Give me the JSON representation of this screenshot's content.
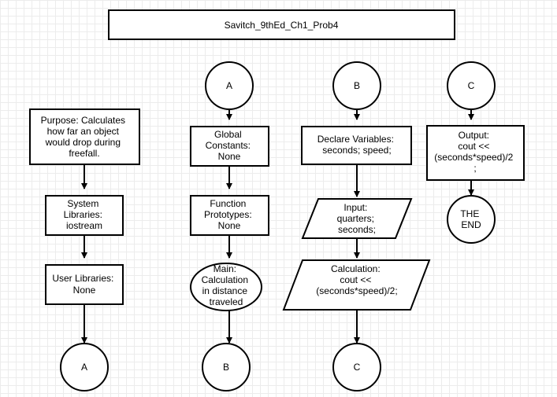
{
  "title": "Savitch_9thEd_Ch1_Prob4",
  "nodes": {
    "purpose": [
      "Purpose: Calculates",
      "how far an object",
      "would drop during",
      "freefall."
    ],
    "system_libraries": [
      "System",
      "Libraries:",
      "iostream"
    ],
    "user_libraries": [
      "User Libraries:",
      "None"
    ],
    "connector_a_bottom": [
      "A"
    ],
    "connector_a_top": [
      "A"
    ],
    "global_constants": [
      "Global",
      "Constants:",
      "None"
    ],
    "function_prototypes": [
      "Function",
      "Prototypes:",
      "None"
    ],
    "main": [
      "Main:",
      "Calculation",
      "in distance",
      "traveled"
    ],
    "connector_b_bottom": [
      "B"
    ],
    "connector_b_top": [
      "B"
    ],
    "declare_variables": [
      "Declare Variables:",
      "seconds; speed;"
    ],
    "input": [
      "Input:",
      "quarters;",
      "seconds;"
    ],
    "calculation": [
      "Calculation:",
      "cout <<",
      "(seconds*speed)/2;"
    ],
    "connector_c_bottom": [
      "C"
    ],
    "connector_c_top": [
      "C"
    ],
    "output": [
      "Output:",
      "cout <<",
      "(seconds*speed)/2",
      ";"
    ],
    "end": [
      "THE",
      "END"
    ]
  }
}
